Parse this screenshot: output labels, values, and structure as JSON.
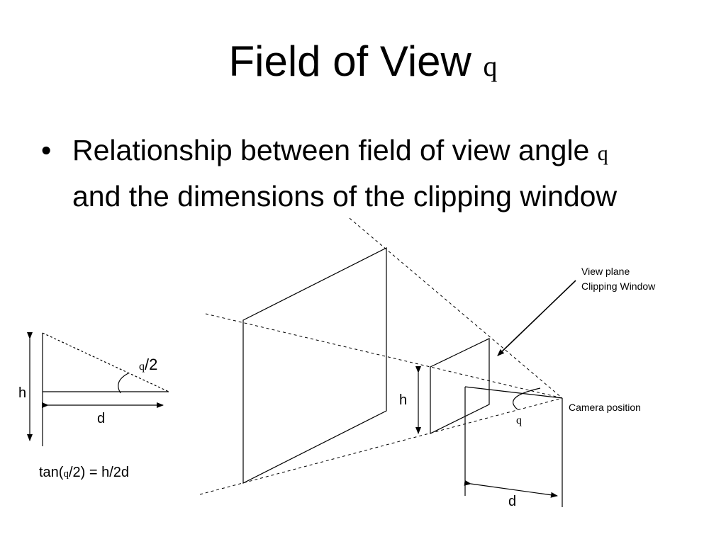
{
  "title": {
    "text": "Field of View ",
    "symbol": "q"
  },
  "bullet": {
    "dot": "•",
    "line1": "Relationship between field of view angle ",
    "symbol": "q",
    "line2": "and the dimensions of the clipping window"
  },
  "left_diagram": {
    "angle_symbol": "q",
    "angle_suffix": "/2",
    "h_label": "h",
    "d_label": "d",
    "formula_prefix": "tan(",
    "formula_symbol": "q",
    "formula_suffix": "/2) = h/2d"
  },
  "right_diagram": {
    "view_plane_line1": "View plane",
    "view_plane_line2": "Clipping Window",
    "camera_label": "Camera position",
    "h_label": "h",
    "d_label": "d",
    "angle_symbol": "q"
  }
}
